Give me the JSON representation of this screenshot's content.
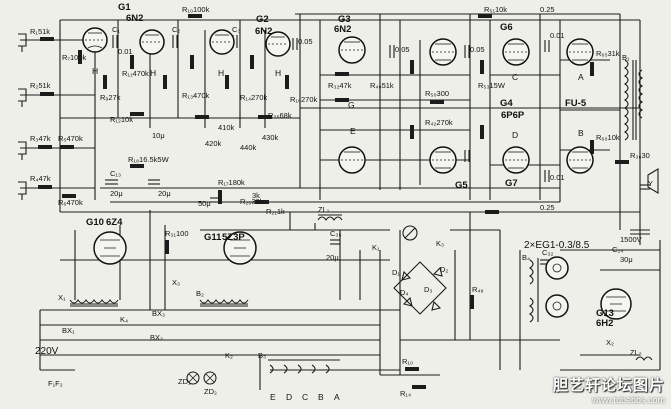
{
  "tubes": [
    {
      "id": "G1",
      "type": "6N2"
    },
    {
      "id": "G2",
      "type": "6N2"
    },
    {
      "id": "G3",
      "type": "6N2"
    },
    {
      "id": "G4",
      "type": "6P6P"
    },
    {
      "id": "G5",
      "type": "6P6P"
    },
    {
      "id": "G6",
      "type": "FU-5"
    },
    {
      "id": "G7",
      "type": "FU-5"
    },
    {
      "id": "G10",
      "type": "6Z4"
    },
    {
      "id": "G11",
      "type": "5Z3P"
    },
    {
      "id": "G13",
      "type": "6H2"
    }
  ],
  "stabilizer": "2×EG1-0.3/8.5",
  "mains": "220V",
  "grid_markers": [
    "H",
    "H",
    "H",
    "H",
    "E",
    "G",
    "A",
    "B",
    "C",
    "D"
  ],
  "labels": {
    "r1": "R₁51k",
    "r2": "R₂51k",
    "r3": "R₃47k",
    "r4": "R₄47k",
    "r5": "R₅470k",
    "r6": "R₆470k",
    "r7": "R₇100k",
    "r100k": "R₁₀100k",
    "r9": "R₉27k",
    "r470a": "R₁₁470k",
    "r470b": "R₁₃470k",
    "r270a": "R₁₄270k",
    "r270b": "R₁₆270k",
    "r10k": "R₁₂10k",
    "r180": "R₁₇180k",
    "r165": "R₁₈16.5k5W",
    "r30k": "R₂₀30k",
    "r1k": "R₂₁1k",
    "r47a": "R₃₂47k",
    "r68": "R₃₅68k",
    "r51b": "R₄₀51k",
    "r300": "R₅₀300",
    "r270c": "R₄₂270k",
    "r10kb": "R₅₁10k",
    "r31k": "R₆₅31k",
    "r10kc": "R₆₀10k",
    "r100": "R₃₁100",
    "rb30": "R₃₆30",
    "c1": "C₁",
    "c2": "C₂",
    "c3": "C₃",
    "c01": "0.01",
    "c005": "0.05",
    "c025": "0.25",
    "c10u": "10μ",
    "c20u": "20μ",
    "c30u": "30μ",
    "c50u": "50μ",
    "c1500v": "1500V",
    "zl": "ZL₁",
    "zl2": "ZL₂",
    "k1": "K₁",
    "k2": "K₂",
    "k3": "K₃",
    "k4": "K₄",
    "bx1": "BX₁",
    "bx2": "BX₂",
    "bx3": "BX₃",
    "zd1": "ZD₁",
    "zd2": "ZD₂",
    "f1f2": "F₁F₂",
    "b1": "B₁",
    "b2": "B₂",
    "b3": "B₃",
    "b4": "B₄",
    "x1": "X₁",
    "x2": "X₂",
    "x3": "X₃",
    "d1": "D₁",
    "d2": "D₂",
    "d3": "D₃",
    "d4": "D₄",
    "y": "Y",
    "r10": "R₁₀",
    "r14": "R₁₄",
    "r49": "R₄₉",
    "r3k": "3k",
    "c24": "C₂₄",
    "c32": "C₃₂",
    "c35": "C₃₅",
    "c13": "C₁₃",
    "r440": "440k",
    "r430": "430k",
    "r420": "420k",
    "r410": "410k",
    "r15w": "R₅₃15W"
  },
  "watermark": {
    "title": "胆艺轩论坛图片",
    "url": "www.tubebbs.com"
  }
}
